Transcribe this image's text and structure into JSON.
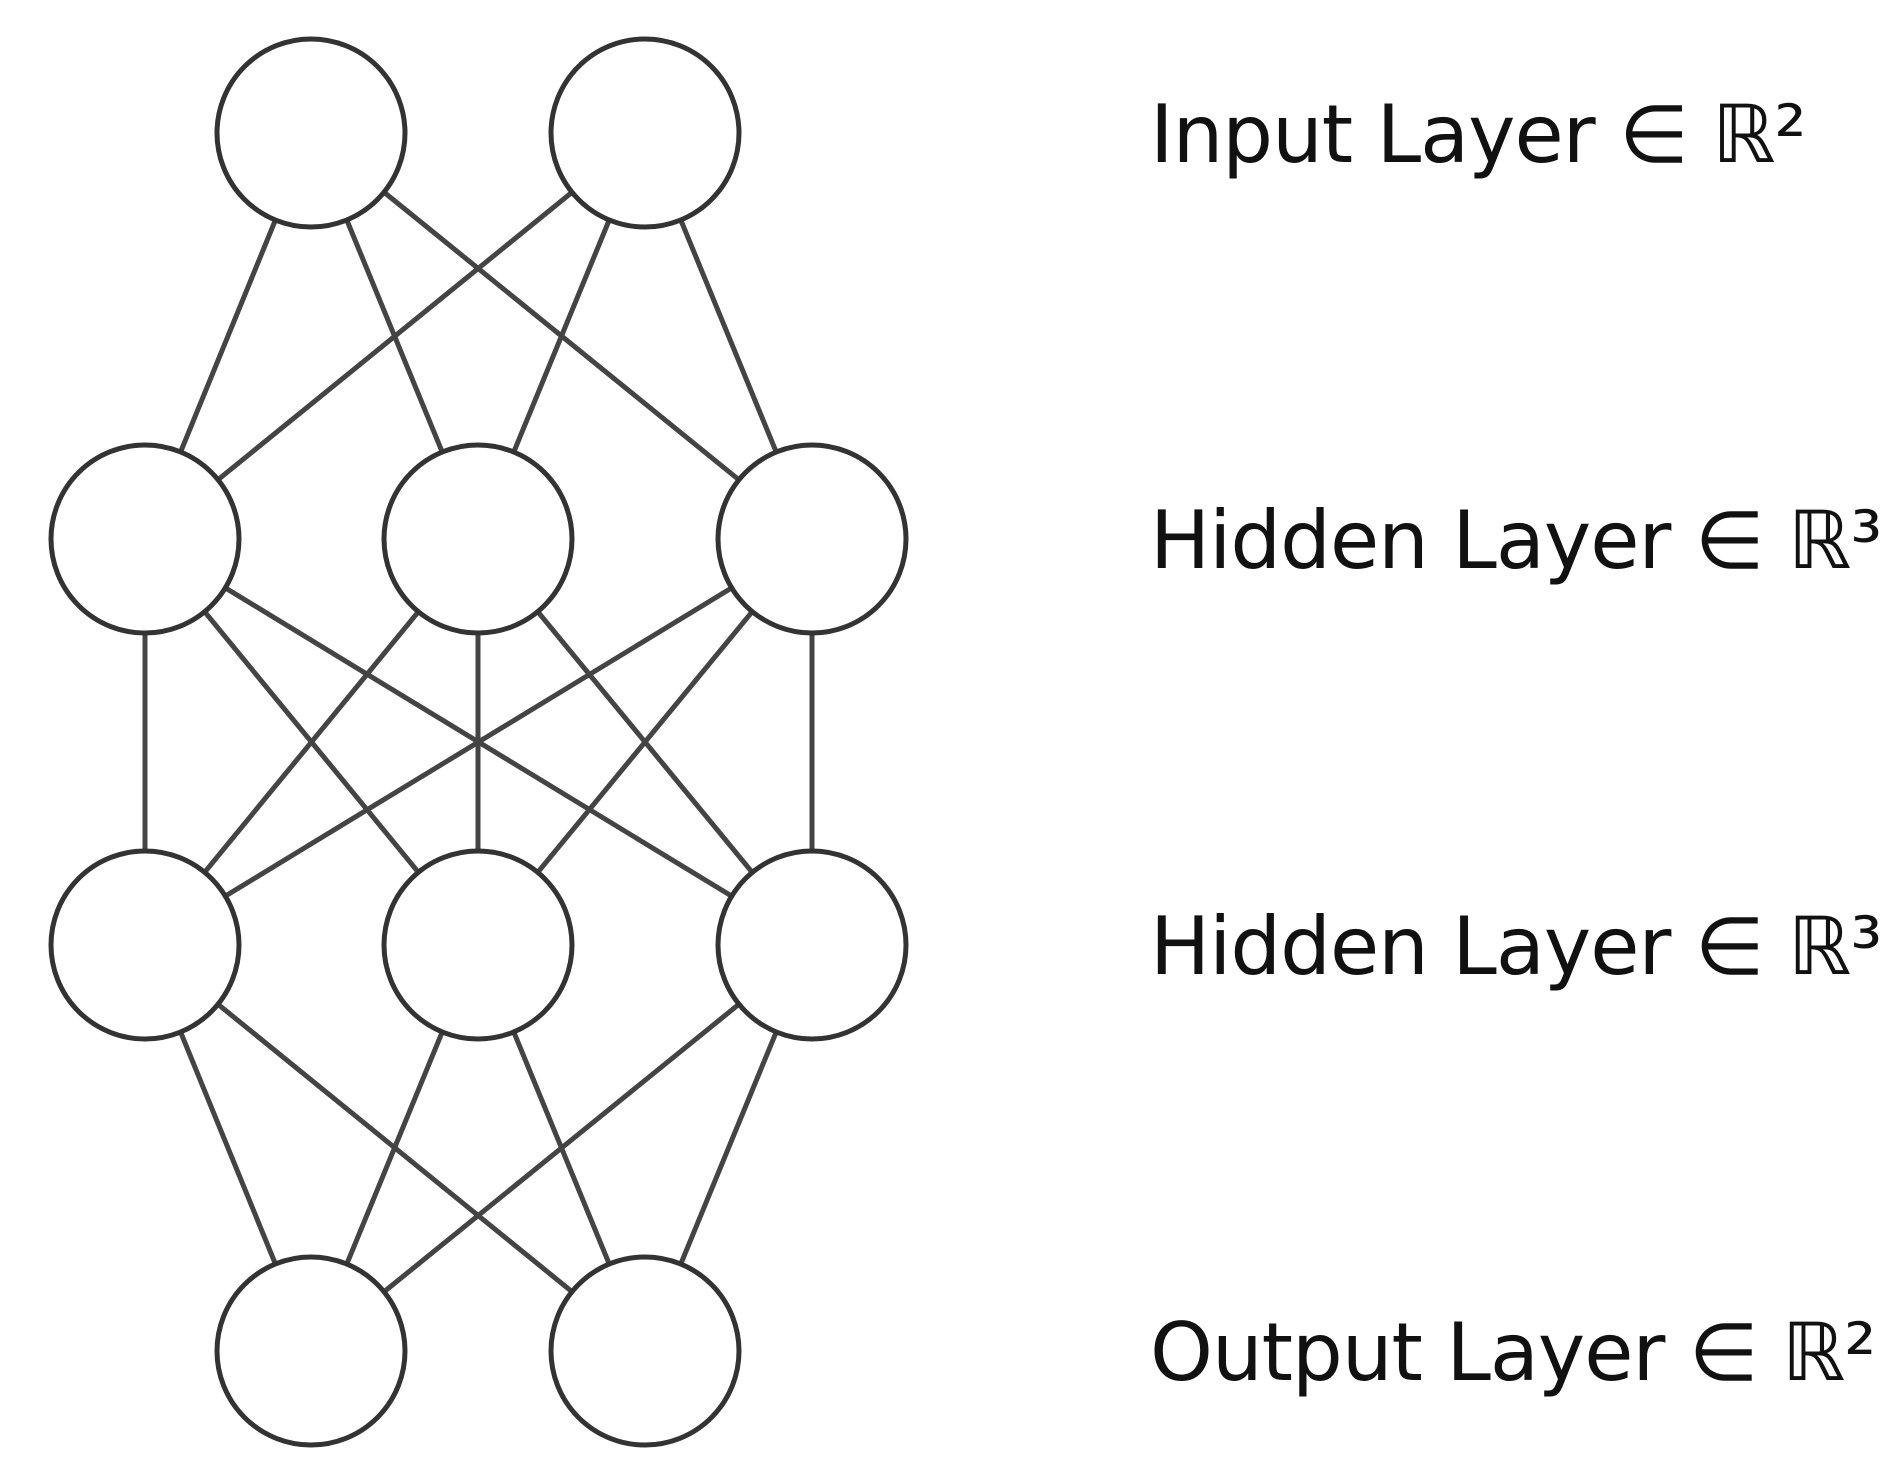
{
  "diagram": {
    "layers": [
      {
        "label": "Input Layer ∈ ℝ²",
        "size": 2
      },
      {
        "label": "Hidden Layer ∈ ℝ³",
        "size": 3
      },
      {
        "label": "Hidden Layer ∈ ℝ³",
        "size": 3
      },
      {
        "label": "Output Layer ∈ ℝ²",
        "size": 2
      }
    ],
    "colors": {
      "stroke": "#333333",
      "edge": "#444444",
      "node_fill": "#ffffff",
      "text": "#111111",
      "background": "#ffffff"
    }
  }
}
